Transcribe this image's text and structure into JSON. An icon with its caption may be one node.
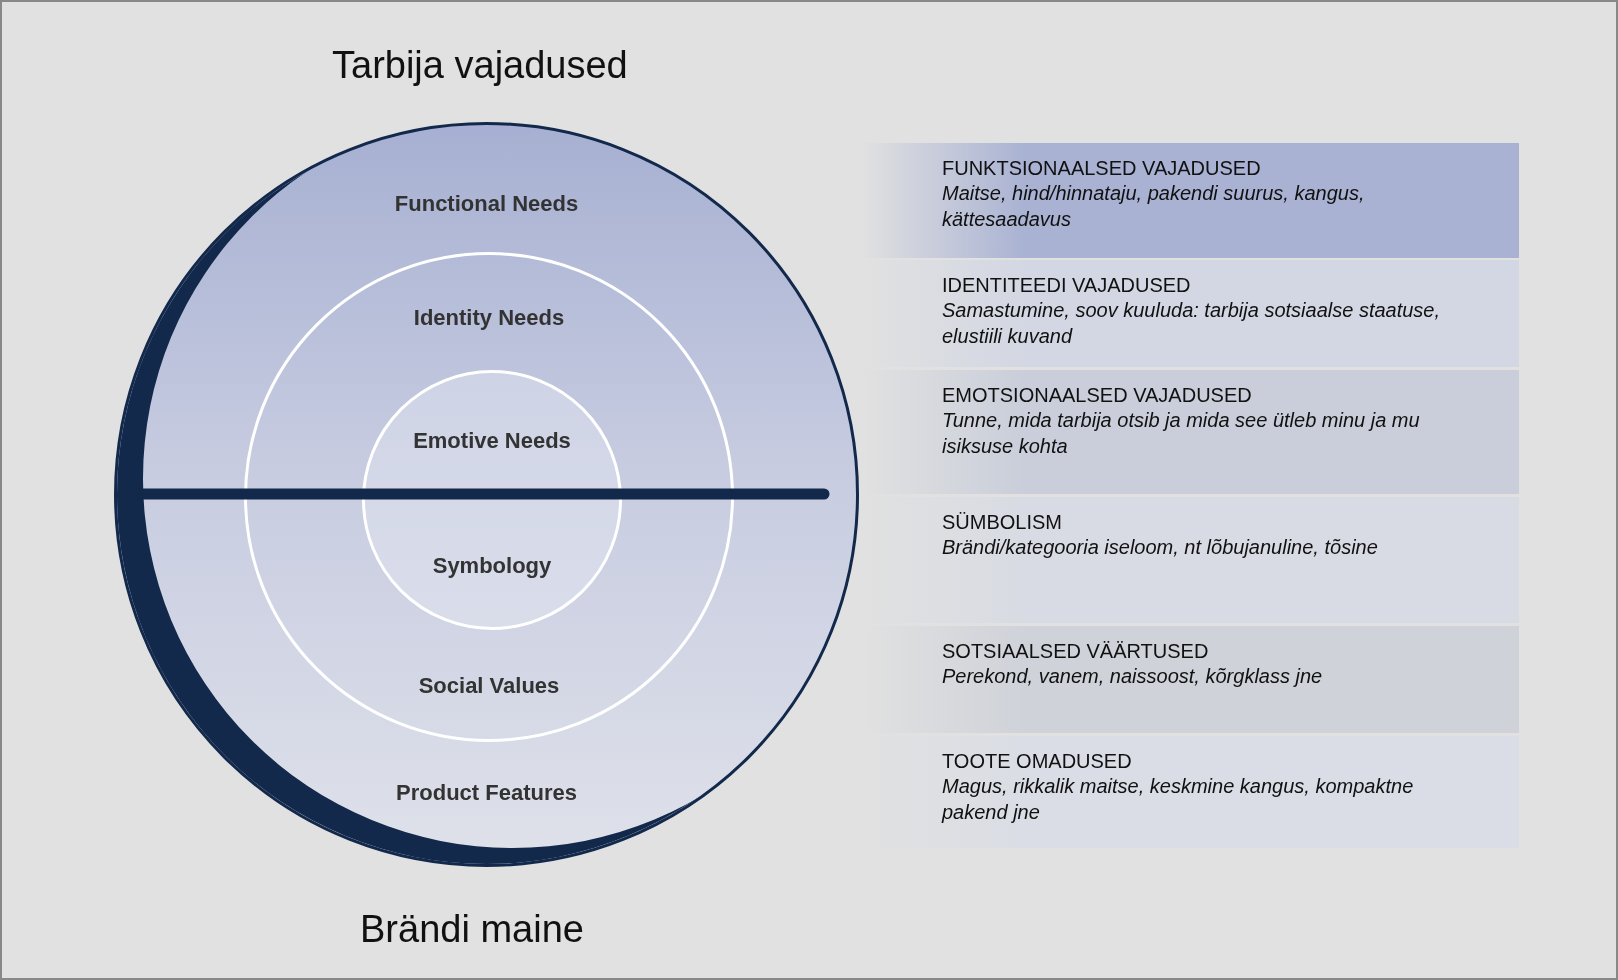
{
  "diagram": {
    "title": "Tarbija vajadused",
    "caption": "Brändi maine",
    "nodes": [
      {
        "text": [
          "Functional Needs",
          "Product Features"
        ]
      },
      {
        "text": [
          "Identity Needs",
          "Social Values"
        ],
        "in": 0
      },
      {
        "text": [
          "Emotive Needs",
          "Symbology"
        ],
        "in": 1
      },
      {
        "text": [
          "FUNKTSIONAALSED VAJADUSED",
          "Maitse, hind/hinnataju, pakendi suurus, kangus, kättesaadavus"
        ]
      },
      {
        "text": [
          "IDENTITEEDI VAJADUSED",
          "Samastumine, soov kuuluda: tarbija sotsiaalse staatuse, elustiili kuvand"
        ]
      },
      {
        "text": [
          "EMOTSIONAALSED VAJADUSED",
          "Tunne, mida tarbija otsib ja mida see ütleb minu ja mu isiksuse kohta"
        ]
      },
      {
        "text": [
          "SÜMBOLISM",
          "Brändi/kategooria iseloom, nt lõbujanuline, tõsine"
        ]
      },
      {
        "text": [
          "SOTSIAALSED VÄÄRTUSED",
          "Perekond, vanem, naissoost, kõrgklass jne"
        ]
      },
      {
        "text": [
          "TOOTE OMADUSED",
          "Magus, rikkalik maitse, keskmine kangus, kompaktne pakend jne"
        ]
      }
    ],
    "edges": []
  }
}
